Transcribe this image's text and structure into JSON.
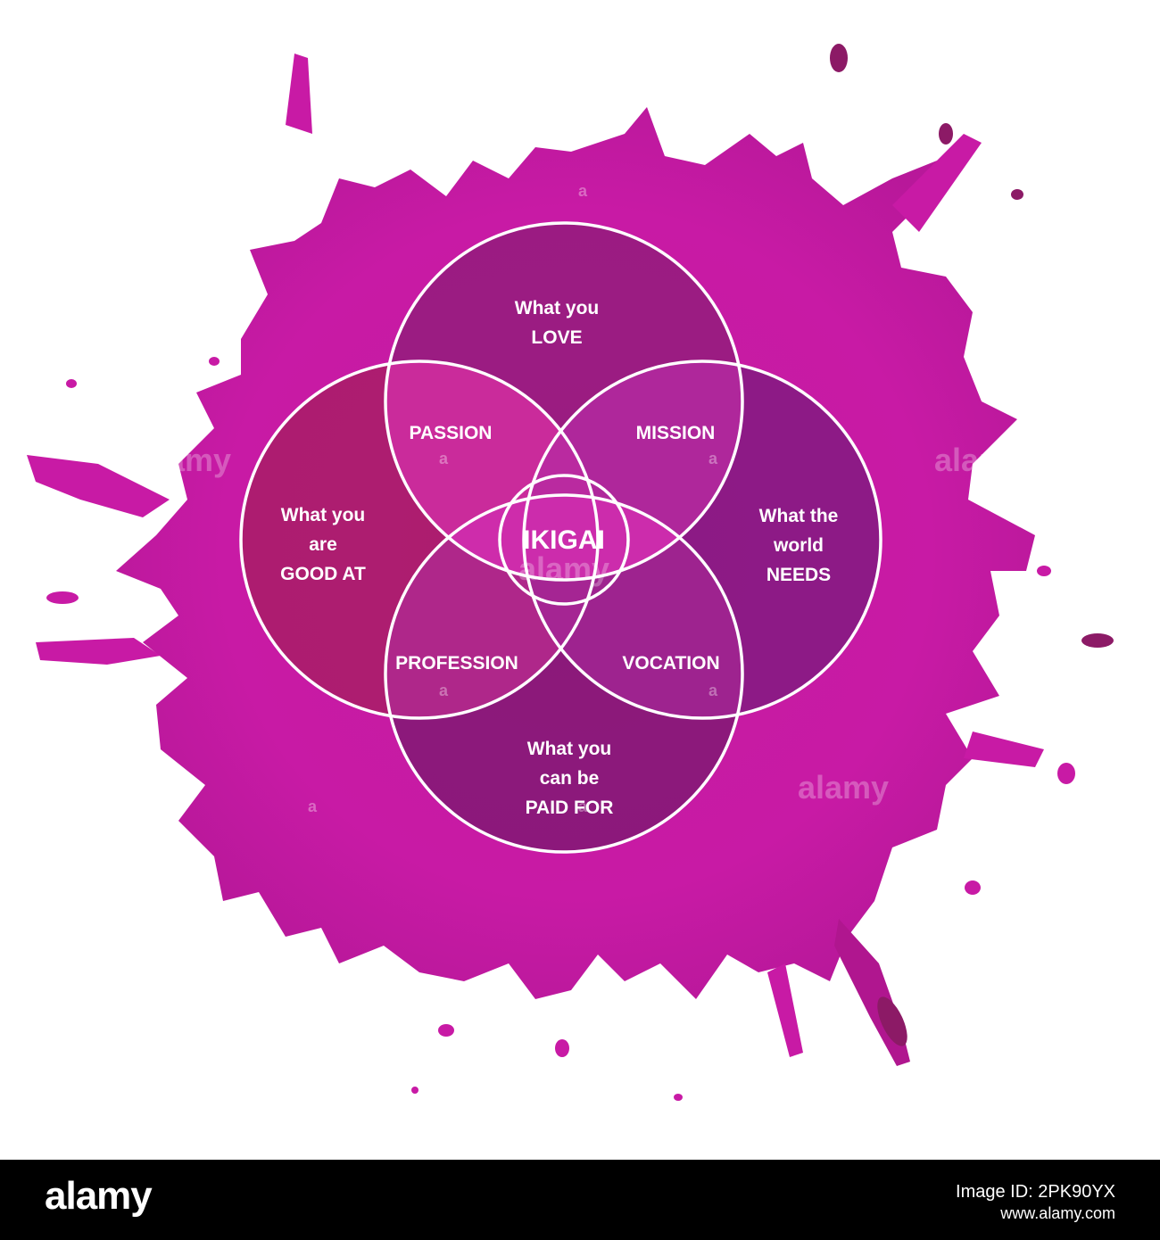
{
  "colors": {
    "splash": "#c81aa5",
    "splash_dark": "#a3178c",
    "circle_love": "#8e1c78",
    "circle_good": "#a51d61",
    "circle_world": "#7c1a7d",
    "circle_paid": "#7b1870",
    "outline": "#ffffff",
    "footer_bg": "#000000"
  },
  "circles": {
    "love": {
      "line1": "What you",
      "line2": "LOVE"
    },
    "good": {
      "line1": "What you",
      "line2": "are",
      "line3": "GOOD AT"
    },
    "world": {
      "line1": "What the",
      "line2": "world",
      "line3": "NEEDS"
    },
    "paid": {
      "line1": "What you",
      "line2": "can be",
      "line3": "PAID FOR"
    }
  },
  "intersections": {
    "passion": "PASSION",
    "mission": "MISSION",
    "profession": "PROFESSION",
    "vocation": "VOCATION",
    "center": "IKIGAI"
  },
  "watermark": {
    "text": "alamy",
    "small": "a"
  },
  "footer": {
    "logo": "alamy",
    "image_id": "Image ID: 2PK90YX",
    "url": "www.alamy.com"
  }
}
